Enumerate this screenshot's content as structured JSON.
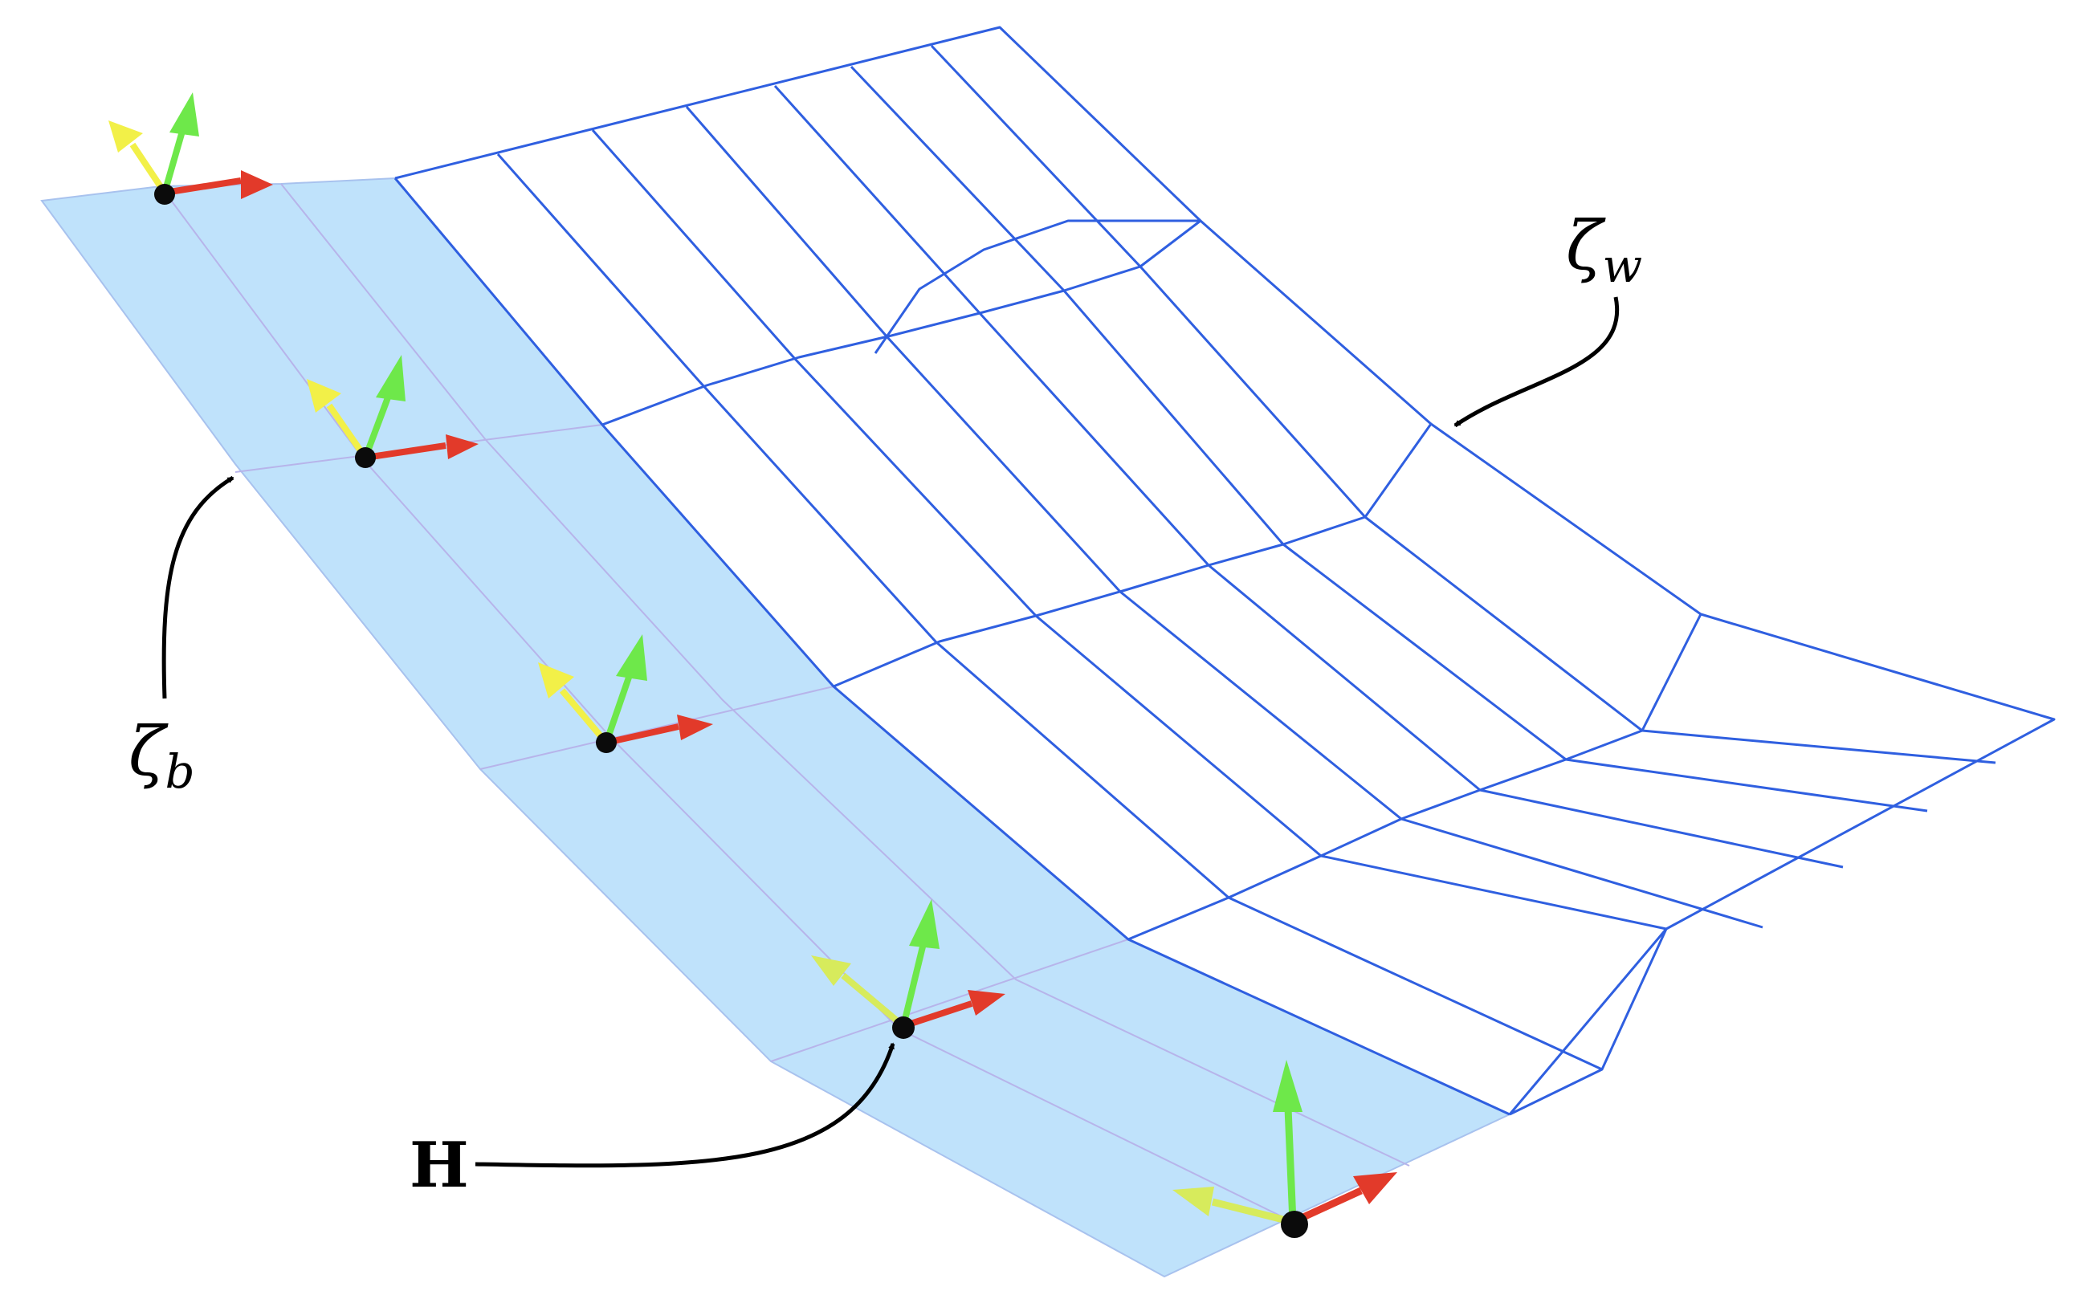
{
  "labels": {
    "zeta_w": {
      "symbol": "ζ",
      "subscript": "w"
    },
    "zeta_b": {
      "symbol": "ζ",
      "subscript": "b"
    },
    "h": "H"
  },
  "colors": {
    "strip_fill": "#bfe2fb",
    "strip_edge": "#a8c2ee",
    "strip_inner": "#b7b4ea",
    "mesh": "#2f5fe0",
    "axis_x": "#e23a2a",
    "axis_y": "#6ee84a",
    "axis_z": "#f2f048",
    "node": "#000000",
    "leader": "#000000"
  },
  "icons": [
    "red-axis-arrow-icon",
    "green-axis-arrow-icon",
    "yellow-axis-arrow-icon",
    "frame-origin-node-icon"
  ]
}
